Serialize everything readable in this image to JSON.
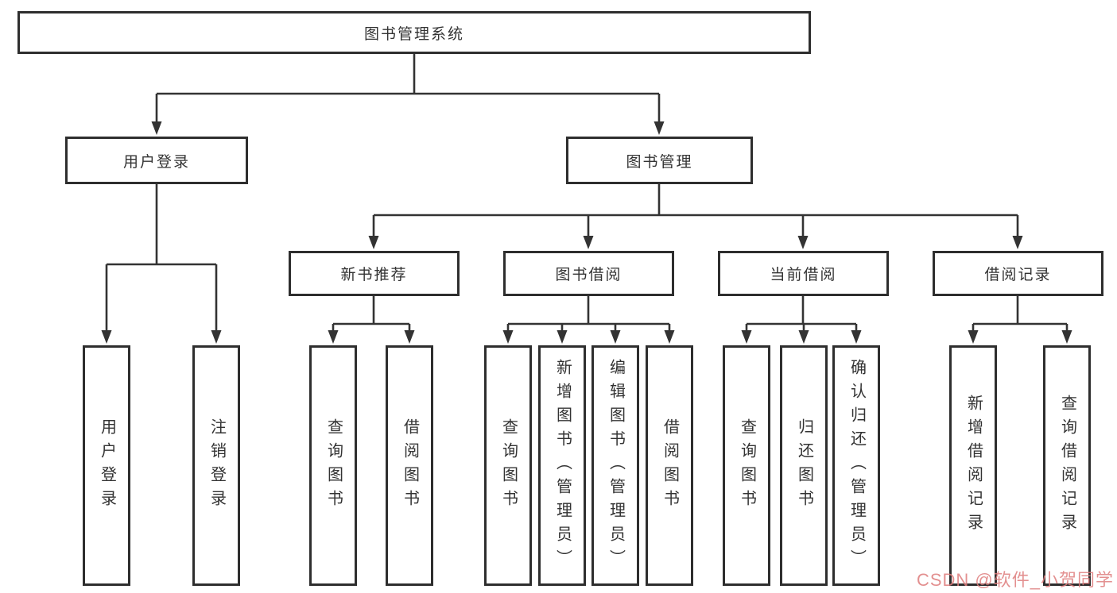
{
  "diagram": {
    "root": "图书管理系统",
    "branches": [
      {
        "label": "用户登录",
        "children": [
          "用户登录",
          "注销登录"
        ]
      },
      {
        "label": "图书管理",
        "children": [
          {
            "label": "新书推荐",
            "children": [
              "查询图书",
              "借阅图书"
            ]
          },
          {
            "label": "图书借阅",
            "children": [
              "查询图书",
              "新增图书（管理员）",
              "编辑图书（管理员）",
              "借阅图书"
            ]
          },
          {
            "label": "当前借阅",
            "children": [
              "查询图书",
              "归还图书",
              "确认归还（管理员）"
            ]
          },
          {
            "label": "借阅记录",
            "children": [
              "新增借阅记录",
              "查询借阅记录"
            ]
          }
        ]
      }
    ]
  },
  "colors": {
    "box_border": "#2e2e2e",
    "connector_line": "#333333",
    "text": "#333333",
    "watermark": "#de7d7d"
  },
  "watermark": {
    "text": "CSDN @软件_小贺同学"
  }
}
